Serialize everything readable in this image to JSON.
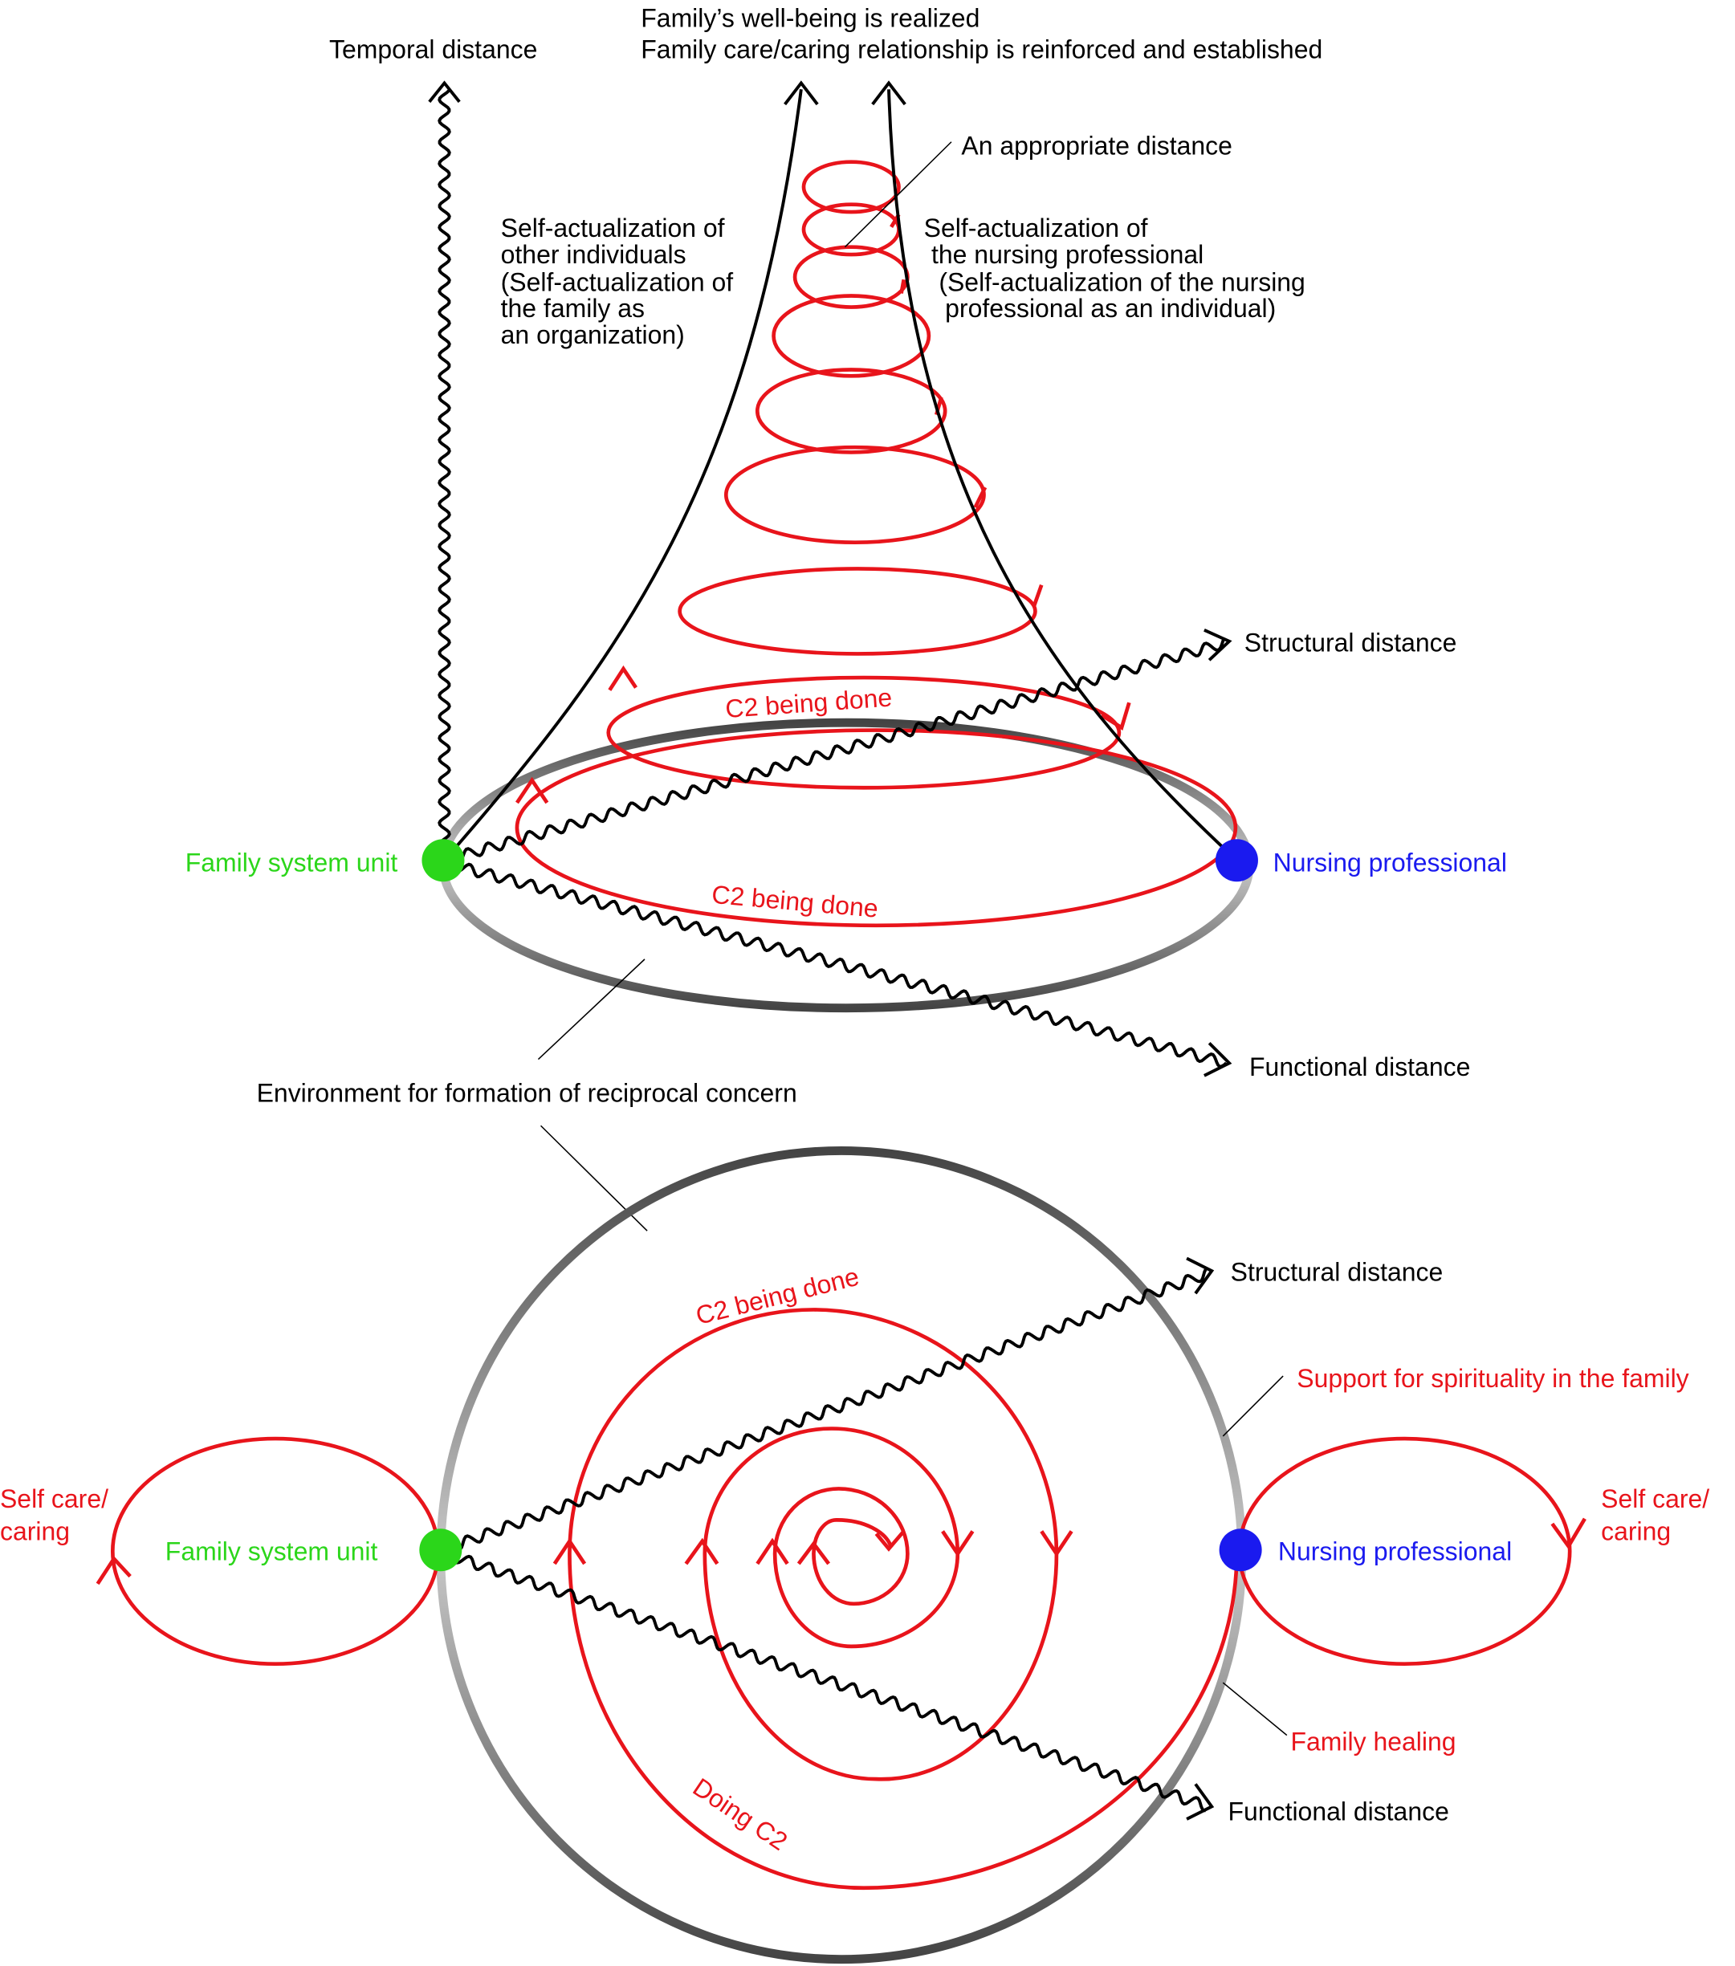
{
  "top": {
    "temporal": "Temporal distance",
    "wellbeing": "Family’s well-being is realized",
    "relationship": "Family care/caring relationship is reinforced and established",
    "appropriate": "An appropriate distance",
    "self_other": [
      "Self-actualization of",
      "other individuals",
      "(Self-actualization of",
      "the family as",
      "an organization)"
    ],
    "self_nurse": [
      "Self-actualization of",
      "the nursing professional",
      "(Self-actualization of the nursing",
      "professional as an individual)"
    ],
    "structural": "Structural distance",
    "functional": "Functional distance",
    "c2_upper": "C2 being done",
    "c2_lower": "C2 being done",
    "family": "Family system unit",
    "nurse": "Nursing professional",
    "environment": "Environment for formation of reciprocal concern"
  },
  "bottom": {
    "structural": "Structural distance",
    "functional": "Functional distance",
    "c2_being": "C2 being done",
    "doing_c2": "Doing C2",
    "spirituality": "Support for spirituality in the family",
    "healing": "Family healing",
    "family": "Family system unit",
    "nurse": "Nursing professional",
    "selfcare_left": [
      "Self care/",
      "caring"
    ],
    "selfcare_right": [
      "Self care/",
      "caring"
    ]
  },
  "colors": {
    "red": "#e8141b",
    "green": "#2bd61a",
    "blue": "#1a1aef"
  }
}
